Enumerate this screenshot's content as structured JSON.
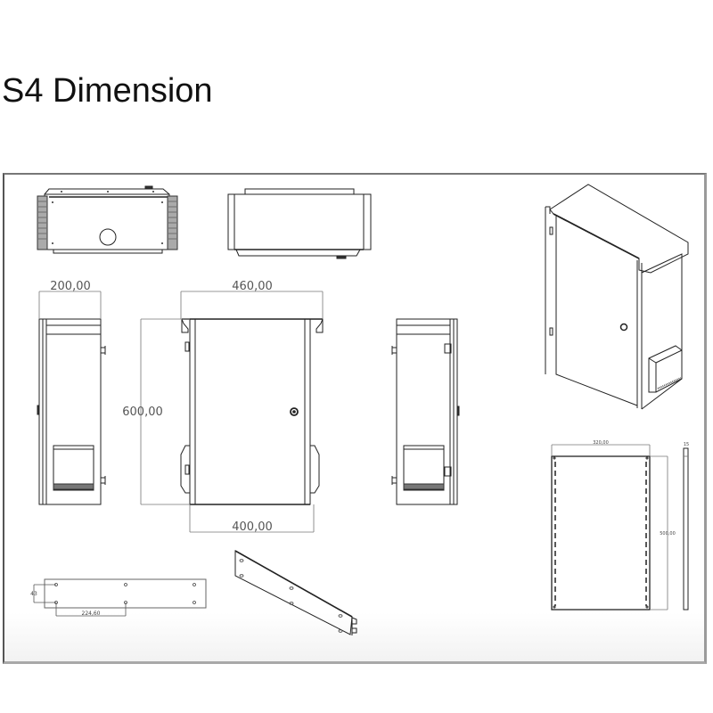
{
  "page": {
    "title": "S4 Dimension"
  },
  "drawing": {
    "views": {
      "top_view": "top-view",
      "bottom_view": "bottom-view",
      "left_side_view": "left-side-view",
      "front_view": "front-view",
      "right_side_view": "right-side-view",
      "isometric_view": "isometric-view",
      "mounting_plate": "mounting-plate",
      "mounting_rail": "mounting-rail",
      "rail_isometric": "rail-isometric"
    },
    "dimensions": {
      "side_depth": "200,00",
      "front_top_width": "460,00",
      "front_height": "600,00",
      "front_bottom_width": "400,00",
      "plate_width": "320,00",
      "plate_height": "500,00",
      "plate_thickness": "15",
      "rail_hole_spacing": "224,60",
      "rail_hole_offset": "43"
    },
    "colors": {
      "line": "#222222",
      "dim_line": "#666666",
      "frame_border": "#777777"
    }
  }
}
